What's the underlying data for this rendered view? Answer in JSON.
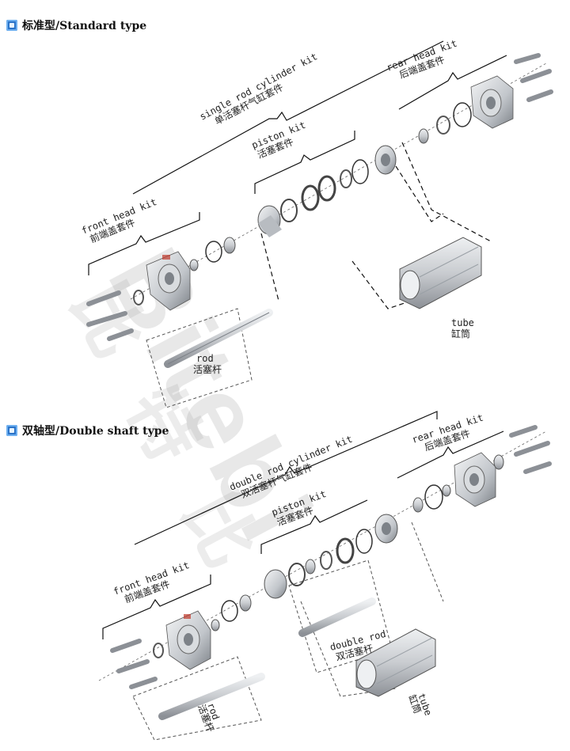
{
  "sections": [
    {
      "title": "标准型/Standard type"
    },
    {
      "title": "双轴型/Double shaft type"
    }
  ],
  "labels": {
    "s1_cylinder_en": "single rod cylinder kit",
    "s1_cylinder_cn": "单活塞杆气缸套件",
    "s1_rear_en": "rear head kit",
    "s1_rear_cn": "后端盖套件",
    "s1_piston_en": "piston kit",
    "s1_piston_cn": "活塞套件",
    "s1_front_en": "front head kit",
    "s1_front_cn": "前端盖套件",
    "s1_rod_en": "rod",
    "s1_rod_cn": "活塞杆",
    "s1_tube_en": "tube",
    "s1_tube_cn": "缸筒",
    "s2_cylinder_en": "double rod cylinder kit",
    "s2_cylinder_cn": "双活塞杆气缸套件",
    "s2_rear_en": "rear head kit",
    "s2_rear_cn": "后端盖套件",
    "s2_piston_en": "piston kit",
    "s2_piston_cn": "活塞套件",
    "s2_front_en": "front head kit",
    "s2_front_cn": "前端盖套件",
    "s2_drod_en": "double rod",
    "s2_drod_cn": "双活塞杆",
    "s2_rod_en": "rod",
    "s2_rod_cn": "活塞杆",
    "s2_tube_en": "tube",
    "s2_tube_cn": "缸筒"
  },
  "watermark": {
    "latin": "Bitebi",
    "cn": "比特比"
  },
  "colors": {
    "metal": "#c9ccd0",
    "metal_dark": "#8c9096",
    "metal_light": "#eef0f2",
    "line": "#111111",
    "badge": "#2a73c8"
  }
}
